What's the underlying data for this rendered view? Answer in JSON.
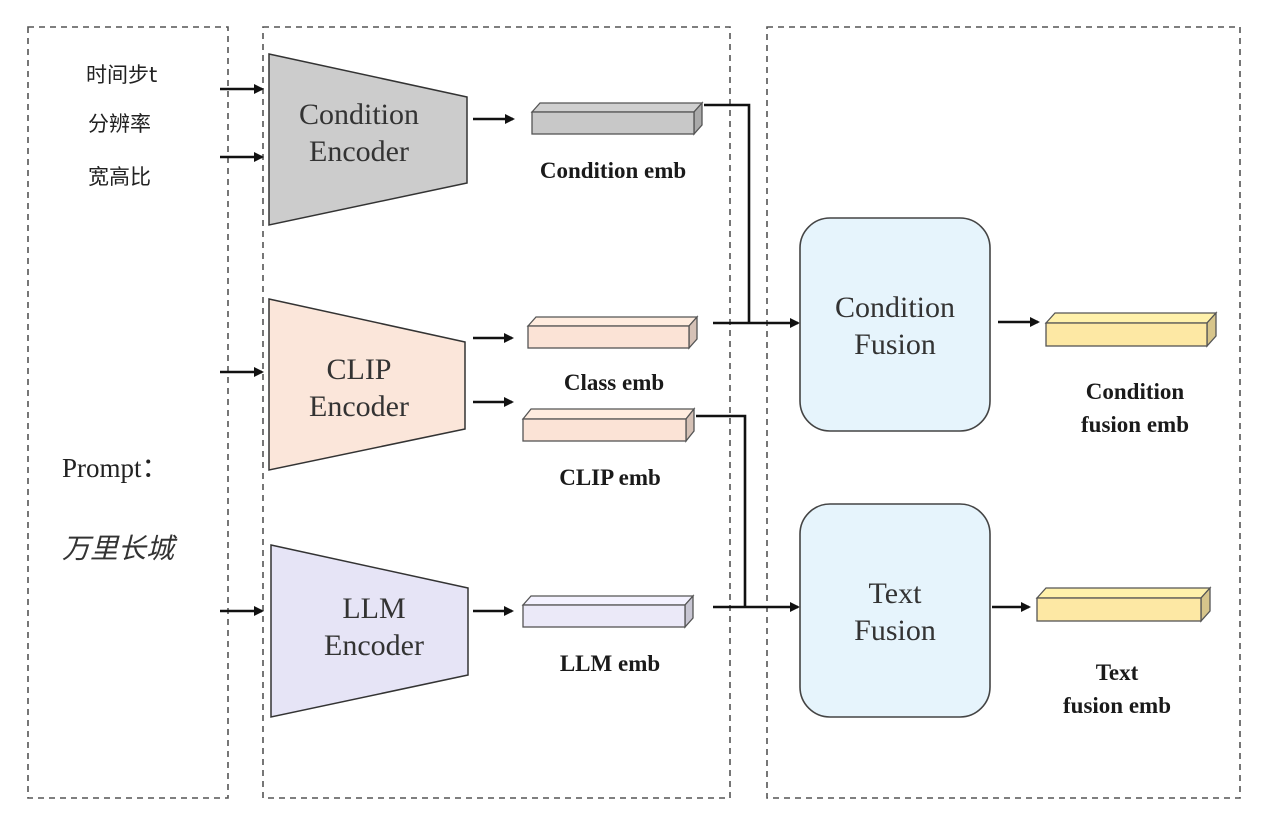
{
  "inputs": {
    "timestep": "时间步t",
    "resolution": "分辨率",
    "aspect_ratio": "宽高比",
    "prompt_label": "Prompt：",
    "prompt_value": "万里长城"
  },
  "encoders": {
    "condition": {
      "line1": "Condition",
      "line2": "Encoder",
      "color": "#cccccc"
    },
    "clip": {
      "line1": "CLIP",
      "line2": "Encoder",
      "color": "#fbe6da"
    },
    "llm": {
      "line1": "LLM",
      "line2": "Encoder",
      "color": "#e6e4f6"
    }
  },
  "embeddings": {
    "condition_emb": {
      "label": "Condition  emb",
      "color": "#c8c8c8"
    },
    "class_emb": {
      "label": "Class  emb",
      "color": "#fbe3d6"
    },
    "clip_emb": {
      "label": "CLIP  emb",
      "color": "#fbe3d6"
    },
    "llm_emb": {
      "label": "LLM emb",
      "color": "#ebe9f8"
    }
  },
  "fusions": {
    "condition_fusion": {
      "line1": "Condition",
      "line2": "Fusion",
      "color": "#e6f4fc"
    },
    "text_fusion": {
      "line1": "Text",
      "line2": "Fusion",
      "color": "#e6f4fc"
    }
  },
  "outputs": {
    "condition_fusion_emb": {
      "line1": "Condition",
      "line2": "fusion emb",
      "color": "#fde8a4"
    },
    "text_fusion_emb": {
      "line1": "Text",
      "line2": "fusion emb",
      "color": "#fde8a4"
    }
  }
}
